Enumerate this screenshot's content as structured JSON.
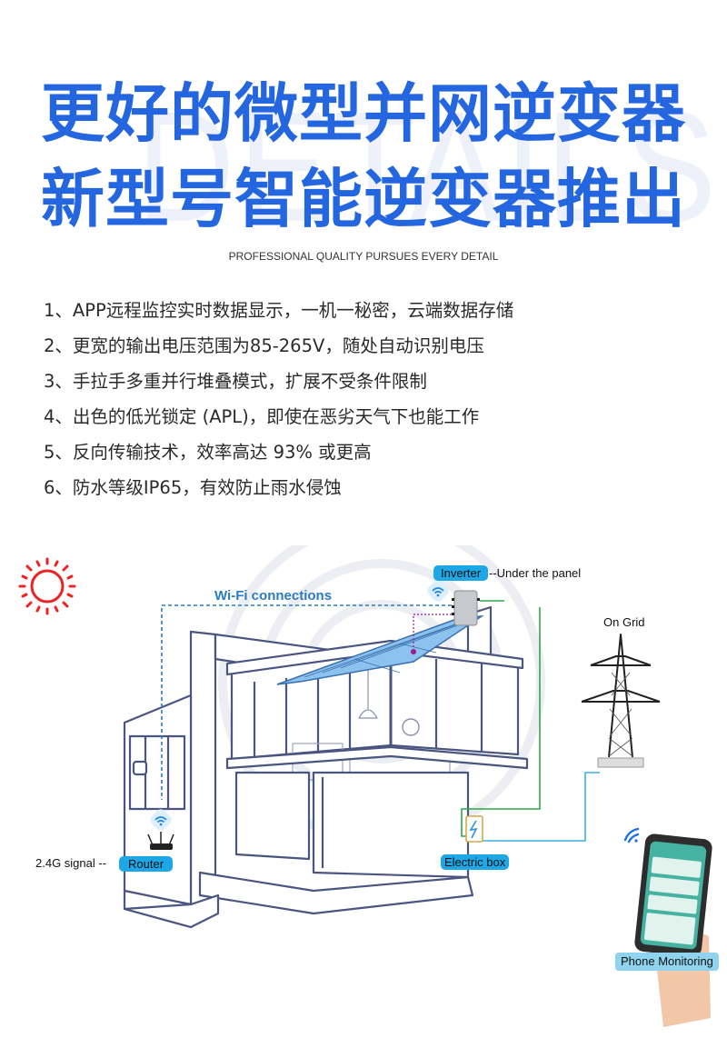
{
  "header": {
    "watermark": "DETAILS",
    "title_lines": [
      "更好的微型并网逆变器",
      "新型号智能逆变器推出"
    ],
    "subtitle": "PROFESSIONAL QUALITY PURSUES EVERY DETAIL"
  },
  "features": [
    "1、APP远程监控实时数据显示，一机一秘密，云端数据存储",
    "2、更宽的输出电压范围为85-265V，随处自动识别电压",
    "3、手拉手多重并行堆叠模式，扩展不受条件限制",
    "4、出色的低光锁定 (APL)，即使在恶劣天气下也能工作",
    "5、反向传输技术，效率高达 93% 或更高",
    "6、防水等级IP65，有效防止雨水侵蚀"
  ],
  "diagram": {
    "wifi_label": "Wi-Fi connections",
    "inverter_label": "Inverter",
    "inverter_note": "--Under the panel",
    "grid_label": "On Grid",
    "signal_label": "2.4G signal --",
    "router_label": "Router",
    "electric_box_label": "Electric box",
    "phone_label": "Phone Monitoring",
    "colors": {
      "title_blue": "#2466e0",
      "badge_blue": "#1ea7e6",
      "sun_red": "#ee2222",
      "wire_green": "#2aa84a",
      "wire_blue": "#3ab0ea",
      "dc_purple": "#9a1a8a",
      "house_line": "#4a5580"
    }
  }
}
